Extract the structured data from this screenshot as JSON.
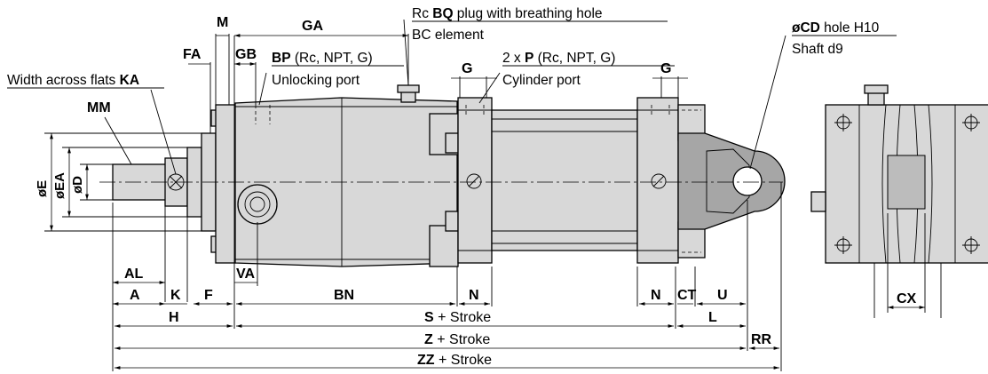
{
  "colors": {
    "body": "#d8d8d8",
    "dark": "#a6a6a6",
    "line": "#000000",
    "background": "#ffffff"
  },
  "labels": {
    "M": "M",
    "GA": "GA",
    "FA": "FA",
    "GB": "GB",
    "MM": "MM",
    "G_left": "G",
    "G_right": "G",
    "oE": "øE",
    "oEA": "øEA",
    "oD": "øD",
    "AL": "AL",
    "A": "A",
    "K": "K",
    "F": "F",
    "VA": "VA",
    "BN": "BN",
    "N_left": "N",
    "N_right": "N",
    "CT": "CT",
    "U": "U",
    "L": "L",
    "H": "H",
    "RR": "RR",
    "CX": "CX"
  },
  "notes": {
    "bq_pre": "Rc ",
    "bq_bold": "BQ",
    "bq_post": " plug with breathing hole",
    "bc_element": "BC element",
    "width_across_flats_pre": "Width across flats ",
    "width_across_flats_bold": "KA",
    "bp_bold": "BP",
    "bp_post": " (Rc, NPT, G)",
    "unlocking_port": "Unlocking port",
    "p_pre": "2 x ",
    "p_bold": "P",
    "p_post": " (Rc, NPT, G)",
    "cylinder_port": "Cylinder port",
    "cd_bold": "øCD",
    "cd_post": " hole H10",
    "shaft": "Shaft d9",
    "s_bold": "S",
    "s_post": " + Stroke",
    "z_bold": "Z",
    "z_post": " + Stroke",
    "zz_bold": "ZZ",
    "zz_post": " + Stroke"
  }
}
